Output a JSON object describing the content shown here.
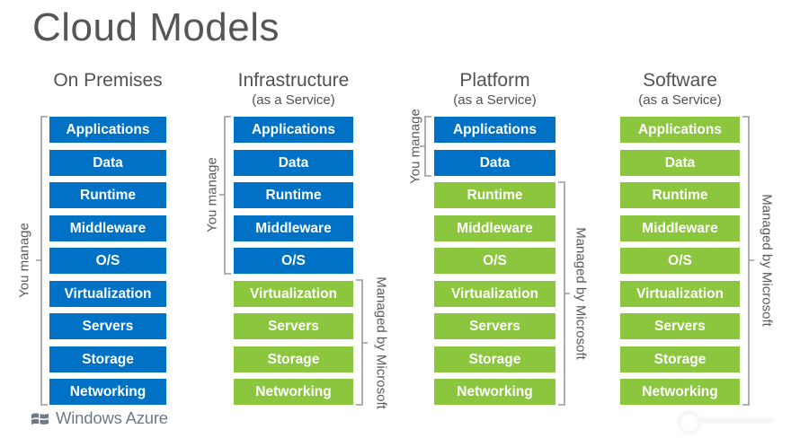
{
  "title": "Cloud Models",
  "labels": {
    "you_manage": "You manage",
    "managed_by_microsoft": "Managed by Microsoft"
  },
  "colors": {
    "you_manage_blue": "#0072C6",
    "microsoft_green": "#8CC63E"
  },
  "layers": [
    "Applications",
    "Data",
    "Runtime",
    "Middleware",
    "O/S",
    "Virtualization",
    "Servers",
    "Storage",
    "Networking"
  ],
  "columns": [
    {
      "id": "on-premises",
      "title": "On Premises",
      "subtitle": "",
      "you_manage_count": 9
    },
    {
      "id": "infrastructure",
      "title": "Infrastructure",
      "subtitle": "(as a Service)",
      "you_manage_count": 5
    },
    {
      "id": "platform",
      "title": "Platform",
      "subtitle": "(as a Service)",
      "you_manage_count": 2
    },
    {
      "id": "software",
      "title": "Software",
      "subtitle": "(as a Service)",
      "you_manage_count": 0
    }
  ],
  "footer": {
    "logo_text": "Windows Azure"
  }
}
